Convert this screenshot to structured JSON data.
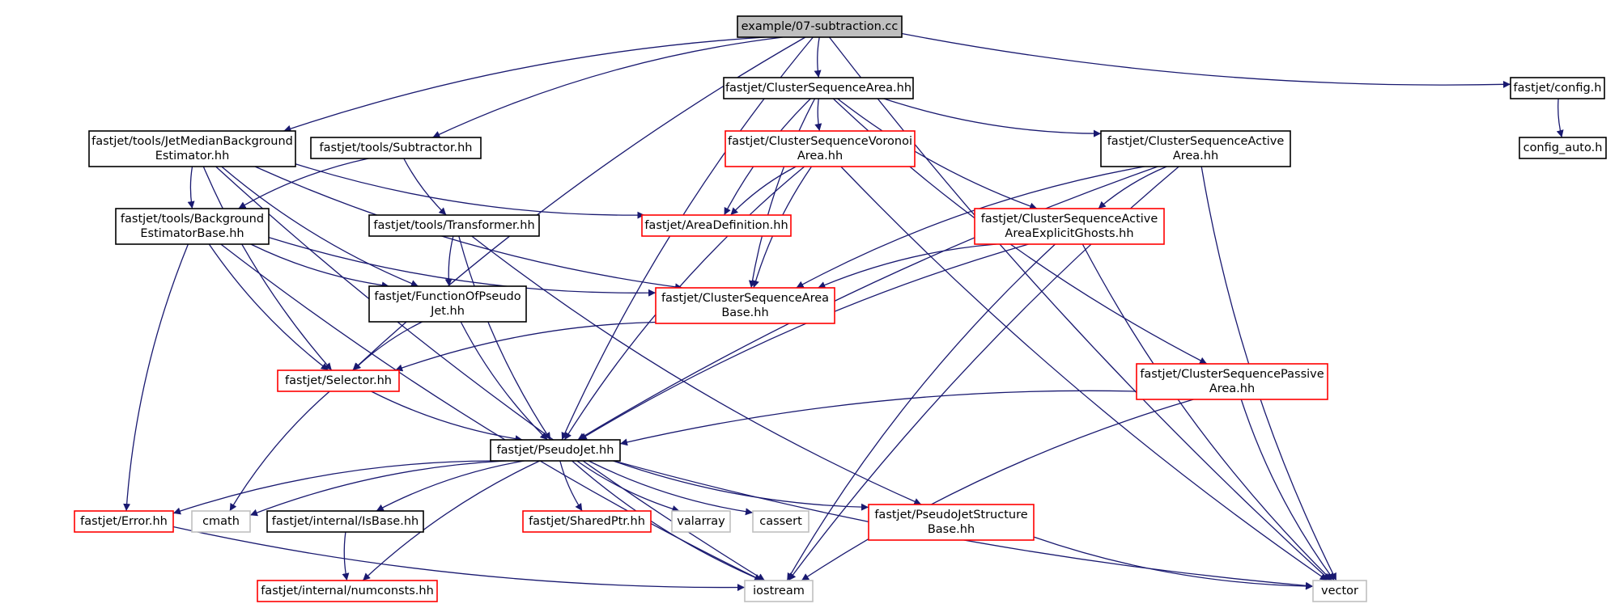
{
  "graph": {
    "colors": {
      "edge": "#191970",
      "root_fill": "#bfbfbf",
      "root_border": "#000000",
      "documented_border": "#000000",
      "truncated_border": "#ff0000",
      "system_border": "#bfbfbf"
    },
    "nodes": {
      "root": {
        "lines": [
          "example/07-subtraction.cc"
        ],
        "kind": "root"
      },
      "csa": {
        "lines": [
          "fastjet/ClusterSequenceArea.hh"
        ],
        "kind": "normal"
      },
      "config": {
        "lines": [
          "fastjet/config.h"
        ],
        "kind": "normal"
      },
      "config_auto": {
        "lines": [
          "config_auto.h"
        ],
        "kind": "normal"
      },
      "jmbe": {
        "lines": [
          "fastjet/tools/JetMedianBackground",
          "Estimator.hh"
        ],
        "kind": "normal"
      },
      "subtractor": {
        "lines": [
          "fastjet/tools/Subtractor.hh"
        ],
        "kind": "normal"
      },
      "csva": {
        "lines": [
          "fastjet/ClusterSequenceVoronoi",
          "Area.hh"
        ],
        "kind": "red"
      },
      "csaa": {
        "lines": [
          "fastjet/ClusterSequenceActive",
          "Area.hh"
        ],
        "kind": "normal"
      },
      "bgeb": {
        "lines": [
          "fastjet/tools/Background",
          "EstimatorBase.hh"
        ],
        "kind": "normal"
      },
      "transformer": {
        "lines": [
          "fastjet/tools/Transformer.hh"
        ],
        "kind": "normal"
      },
      "areadef": {
        "lines": [
          "fastjet/AreaDefinition.hh"
        ],
        "kind": "red"
      },
      "csaaeg": {
        "lines": [
          "fastjet/ClusterSequenceActive",
          "AreaExplicitGhosts.hh"
        ],
        "kind": "red"
      },
      "fopj": {
        "lines": [
          "fastjet/FunctionOfPseudo",
          "Jet.hh"
        ],
        "kind": "normal"
      },
      "csab": {
        "lines": [
          "fastjet/ClusterSequenceArea",
          "Base.hh"
        ],
        "kind": "red"
      },
      "selector": {
        "lines": [
          "fastjet/Selector.hh"
        ],
        "kind": "red"
      },
      "cspa": {
        "lines": [
          "fastjet/ClusterSequencePassive",
          "Area.hh"
        ],
        "kind": "red"
      },
      "pseudojet": {
        "lines": [
          "fastjet/PseudoJet.hh"
        ],
        "kind": "normal"
      },
      "error": {
        "lines": [
          "fastjet/Error.hh"
        ],
        "kind": "red"
      },
      "cmath": {
        "lines": [
          "cmath"
        ],
        "kind": "sys"
      },
      "isbase": {
        "lines": [
          "fastjet/internal/IsBase.hh"
        ],
        "kind": "normal"
      },
      "sharedptr": {
        "lines": [
          "fastjet/SharedPtr.hh"
        ],
        "kind": "red"
      },
      "valarray": {
        "lines": [
          "valarray"
        ],
        "kind": "sys"
      },
      "cassert": {
        "lines": [
          "cassert"
        ],
        "kind": "sys"
      },
      "pjsb": {
        "lines": [
          "fastjet/PseudoJetStructure",
          "Base.hh"
        ],
        "kind": "red"
      },
      "numconsts": {
        "lines": [
          "fastjet/internal/numconsts.hh"
        ],
        "kind": "red"
      },
      "iostream": {
        "lines": [
          "iostream"
        ],
        "kind": "sys"
      },
      "vector": {
        "lines": [
          "vector"
        ],
        "kind": "sys"
      }
    },
    "edges": [
      [
        "root",
        "csa"
      ],
      [
        "root",
        "config"
      ],
      [
        "root",
        "jmbe"
      ],
      [
        "root",
        "subtractor"
      ],
      [
        "root",
        "selector"
      ],
      [
        "root",
        "pseudojet"
      ],
      [
        "root",
        "vector"
      ],
      [
        "config",
        "config_auto"
      ],
      [
        "csa",
        "csva"
      ],
      [
        "csa",
        "csaa"
      ],
      [
        "csa",
        "areadef"
      ],
      [
        "csa",
        "csaaeg"
      ],
      [
        "csa",
        "csab"
      ],
      [
        "csa",
        "cspa"
      ],
      [
        "jmbe",
        "bgeb"
      ],
      [
        "jmbe",
        "areadef"
      ],
      [
        "jmbe",
        "fopj"
      ],
      [
        "jmbe",
        "csab"
      ],
      [
        "jmbe",
        "selector"
      ],
      [
        "jmbe",
        "iostream"
      ],
      [
        "subtractor",
        "bgeb"
      ],
      [
        "subtractor",
        "transformer"
      ],
      [
        "csva",
        "areadef"
      ],
      [
        "csva",
        "csab"
      ],
      [
        "csva",
        "pseudojet"
      ],
      [
        "csva",
        "vector"
      ],
      [
        "csaa",
        "csaaeg"
      ],
      [
        "csaa",
        "csab"
      ],
      [
        "csaa",
        "pseudojet"
      ],
      [
        "csaa",
        "iostream"
      ],
      [
        "csaa",
        "vector"
      ],
      [
        "bgeb",
        "fopj"
      ],
      [
        "bgeb",
        "csab"
      ],
      [
        "bgeb",
        "selector"
      ],
      [
        "bgeb",
        "error"
      ],
      [
        "bgeb",
        "iostream"
      ],
      [
        "transformer",
        "fopj"
      ],
      [
        "transformer",
        "pseudojet"
      ],
      [
        "transformer",
        "pjsb"
      ],
      [
        "csaaeg",
        "csab"
      ],
      [
        "csaaeg",
        "pseudojet"
      ],
      [
        "csaaeg",
        "iostream"
      ],
      [
        "csaaeg",
        "vector"
      ],
      [
        "fopj",
        "selector"
      ],
      [
        "fopj",
        "pseudojet"
      ],
      [
        "csab",
        "selector"
      ],
      [
        "selector",
        "pseudojet"
      ],
      [
        "selector",
        "cmath"
      ],
      [
        "cspa",
        "pseudojet"
      ],
      [
        "cspa",
        "iostream"
      ],
      [
        "cspa",
        "vector"
      ],
      [
        "pseudojet",
        "error"
      ],
      [
        "pseudojet",
        "cmath"
      ],
      [
        "pseudojet",
        "isbase"
      ],
      [
        "pseudojet",
        "sharedptr"
      ],
      [
        "pseudojet",
        "valarray"
      ],
      [
        "pseudojet",
        "cassert"
      ],
      [
        "pseudojet",
        "pjsb"
      ],
      [
        "pseudojet",
        "numconsts"
      ],
      [
        "pseudojet",
        "iostream"
      ],
      [
        "pseudojet",
        "vector"
      ],
      [
        "error",
        "iostream"
      ],
      [
        "isbase",
        "numconsts"
      ],
      [
        "pjsb",
        "vector"
      ]
    ]
  }
}
